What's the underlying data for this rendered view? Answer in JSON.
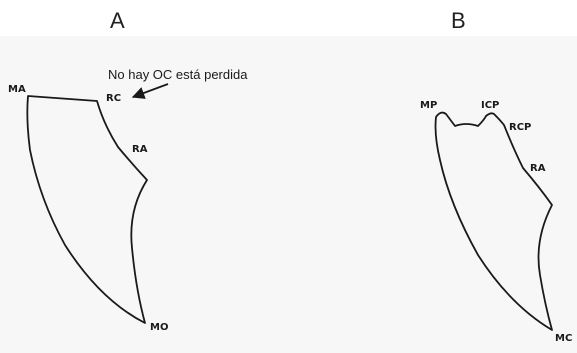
{
  "panels": {
    "a": {
      "letter": "A",
      "labels": {
        "ma": "MA",
        "rc": "RC",
        "ra": "RA",
        "mo": "MO"
      },
      "note": "No hay OC está perdida"
    },
    "b": {
      "letter": "B",
      "labels": {
        "mp": "MP",
        "icp": "ICP",
        "rcp": "RCP",
        "ra": "RA",
        "mo": "MC"
      }
    }
  }
}
